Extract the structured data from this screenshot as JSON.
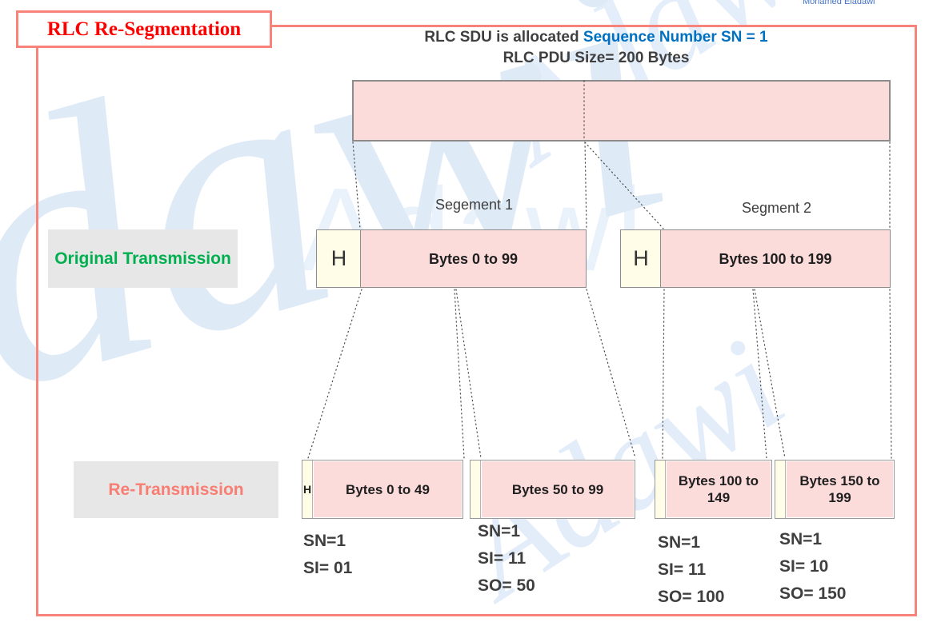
{
  "slide": {
    "title": "RLC Re-Segmentation",
    "author": "Mohamed Eladawi",
    "watermark": "Adawi",
    "watermark_left": "dawi",
    "header": {
      "line1_prefix": "RLC SDU is allocated ",
      "line1_highlight": "Sequence Number SN = 1",
      "line2": "RLC PDU Size= 200 Bytes"
    }
  },
  "original_transmission": {
    "label": "Original Transmission",
    "segment1_title": "Segement 1",
    "segment2_title": "Segment 2",
    "segment1": {
      "header": "H",
      "payload": "Bytes 0 to 99"
    },
    "segment2": {
      "header": "H",
      "payload": "Bytes 100 to 199"
    }
  },
  "retransmission": {
    "label": "Re-Transmission",
    "pdu1": {
      "header": "H",
      "payload": "Bytes 0 to 49",
      "info": [
        "SN=1",
        "SI= 01"
      ]
    },
    "pdu2": {
      "header": "",
      "payload": "Bytes 50 to 99",
      "info": [
        "SN=1",
        "SI= 11",
        "SO= 50"
      ]
    },
    "pdu3": {
      "header": "",
      "payload": "Bytes 100 to 149",
      "info": [
        "SN=1",
        "SI= 11",
        "SO= 100"
      ]
    },
    "pdu4": {
      "header": "",
      "payload": "Bytes 150 to 199",
      "info": [
        "SN=1",
        "SI= 10",
        "SO= 150"
      ]
    }
  },
  "colors": {
    "title_red": "#fe0000",
    "frame_salmon": "#f8837b",
    "payload_pink": "#fcdbdb",
    "header_cream": "#fffde7",
    "label_gray_bg": "#e8e7e7",
    "green_text": "#00b050",
    "salmon_text": "#f87d72",
    "blue_text": "#0070c0",
    "dark_text": "#3f3f3f",
    "watermark_blue": "#dce9f6"
  }
}
